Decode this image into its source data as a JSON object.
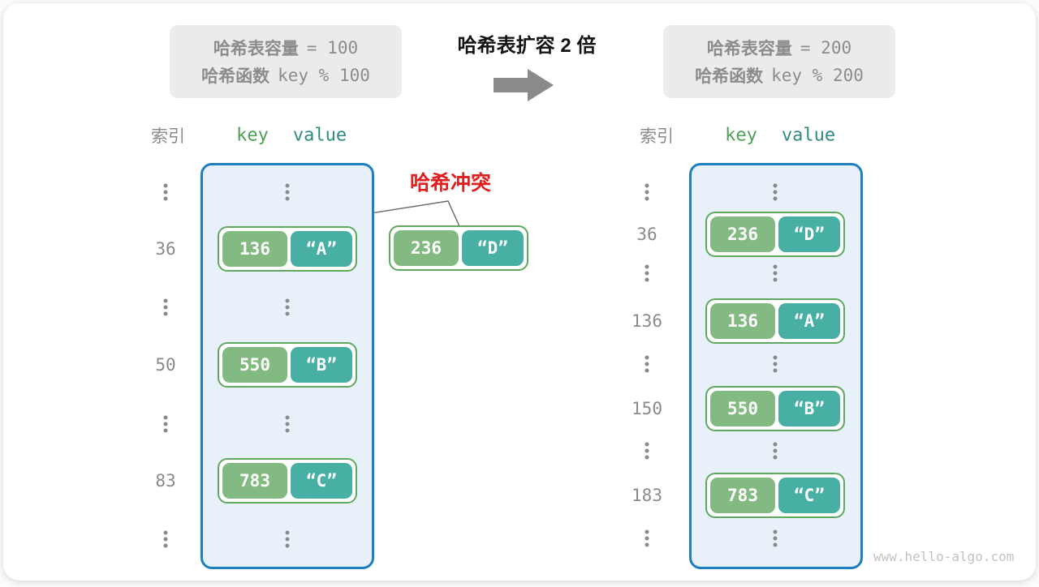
{
  "header": {
    "title": "哈希表扩容 2 倍",
    "left_info": {
      "line1_label": "哈希表容量",
      "line1_value": "= 100",
      "line2_label": "哈希函数",
      "line2_value": "key % 100"
    },
    "right_info": {
      "line1_label": "哈希表容量",
      "line1_value": "= 200",
      "line2_label": "哈希函数",
      "line2_value": "key % 200"
    }
  },
  "collision": {
    "label": "哈希冲突"
  },
  "left_table": {
    "headers": {
      "index": "索引",
      "key": "key",
      "value": "value"
    },
    "pairs": [
      {
        "index": "36",
        "key": "136",
        "value": "“A”"
      },
      {
        "index": "50",
        "key": "550",
        "value": "“B”"
      },
      {
        "index": "83",
        "key": "783",
        "value": "“C”"
      }
    ]
  },
  "floating_pair": {
    "key": "236",
    "value": "“D”"
  },
  "right_table": {
    "headers": {
      "index": "索引",
      "key": "key",
      "value": "value"
    },
    "pairs": [
      {
        "index": "36",
        "key": "236",
        "value": "“D”"
      },
      {
        "index": "136",
        "key": "136",
        "value": "“A”"
      },
      {
        "index": "150",
        "key": "550",
        "value": "“B”"
      },
      {
        "index": "183",
        "key": "783",
        "value": "“C”"
      }
    ]
  },
  "colors": {
    "table_border": "#1d7ec2",
    "table_fill": "#e8f1f9",
    "key_green": "#83ba81",
    "value_teal": "#47afa4",
    "pair_border": "#5fa85f",
    "collision_red": "#e02020",
    "info_gray": "#ebebeb",
    "arrow_gray": "#8a8a8a"
  },
  "footer": {
    "watermark": "www.hello-algo.com"
  }
}
